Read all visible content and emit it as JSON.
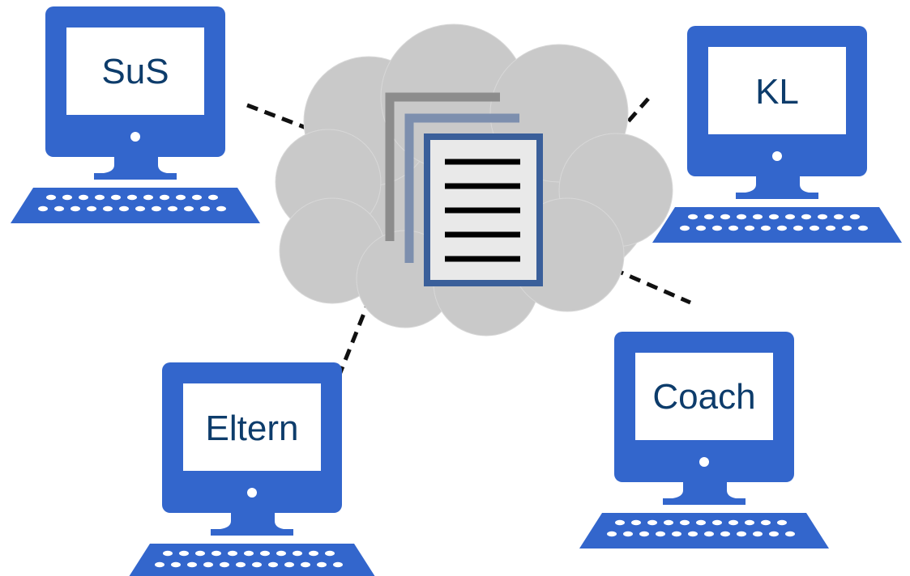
{
  "diagram": {
    "nodes": {
      "sus": {
        "label": "SuS",
        "icon": "computer-icon"
      },
      "kl": {
        "label": "KL",
        "icon": "computer-icon"
      },
      "eltern": {
        "label": "Eltern",
        "icon": "computer-icon"
      },
      "coach": {
        "label": "Coach",
        "icon": "computer-icon"
      }
    },
    "center": {
      "icon": "cloud-documents-icon"
    },
    "connections": [
      "sus-cloud",
      "kl-cloud",
      "eltern-cloud",
      "coach-cloud"
    ],
    "colors": {
      "computer": "#3366cc",
      "screen": "#ffffff",
      "label": "#0d3c6b",
      "cloud": "#c9c9c9",
      "document_frame": "#3a5f9a",
      "document_back": "#8c8c8c",
      "lines": "#111111"
    }
  }
}
